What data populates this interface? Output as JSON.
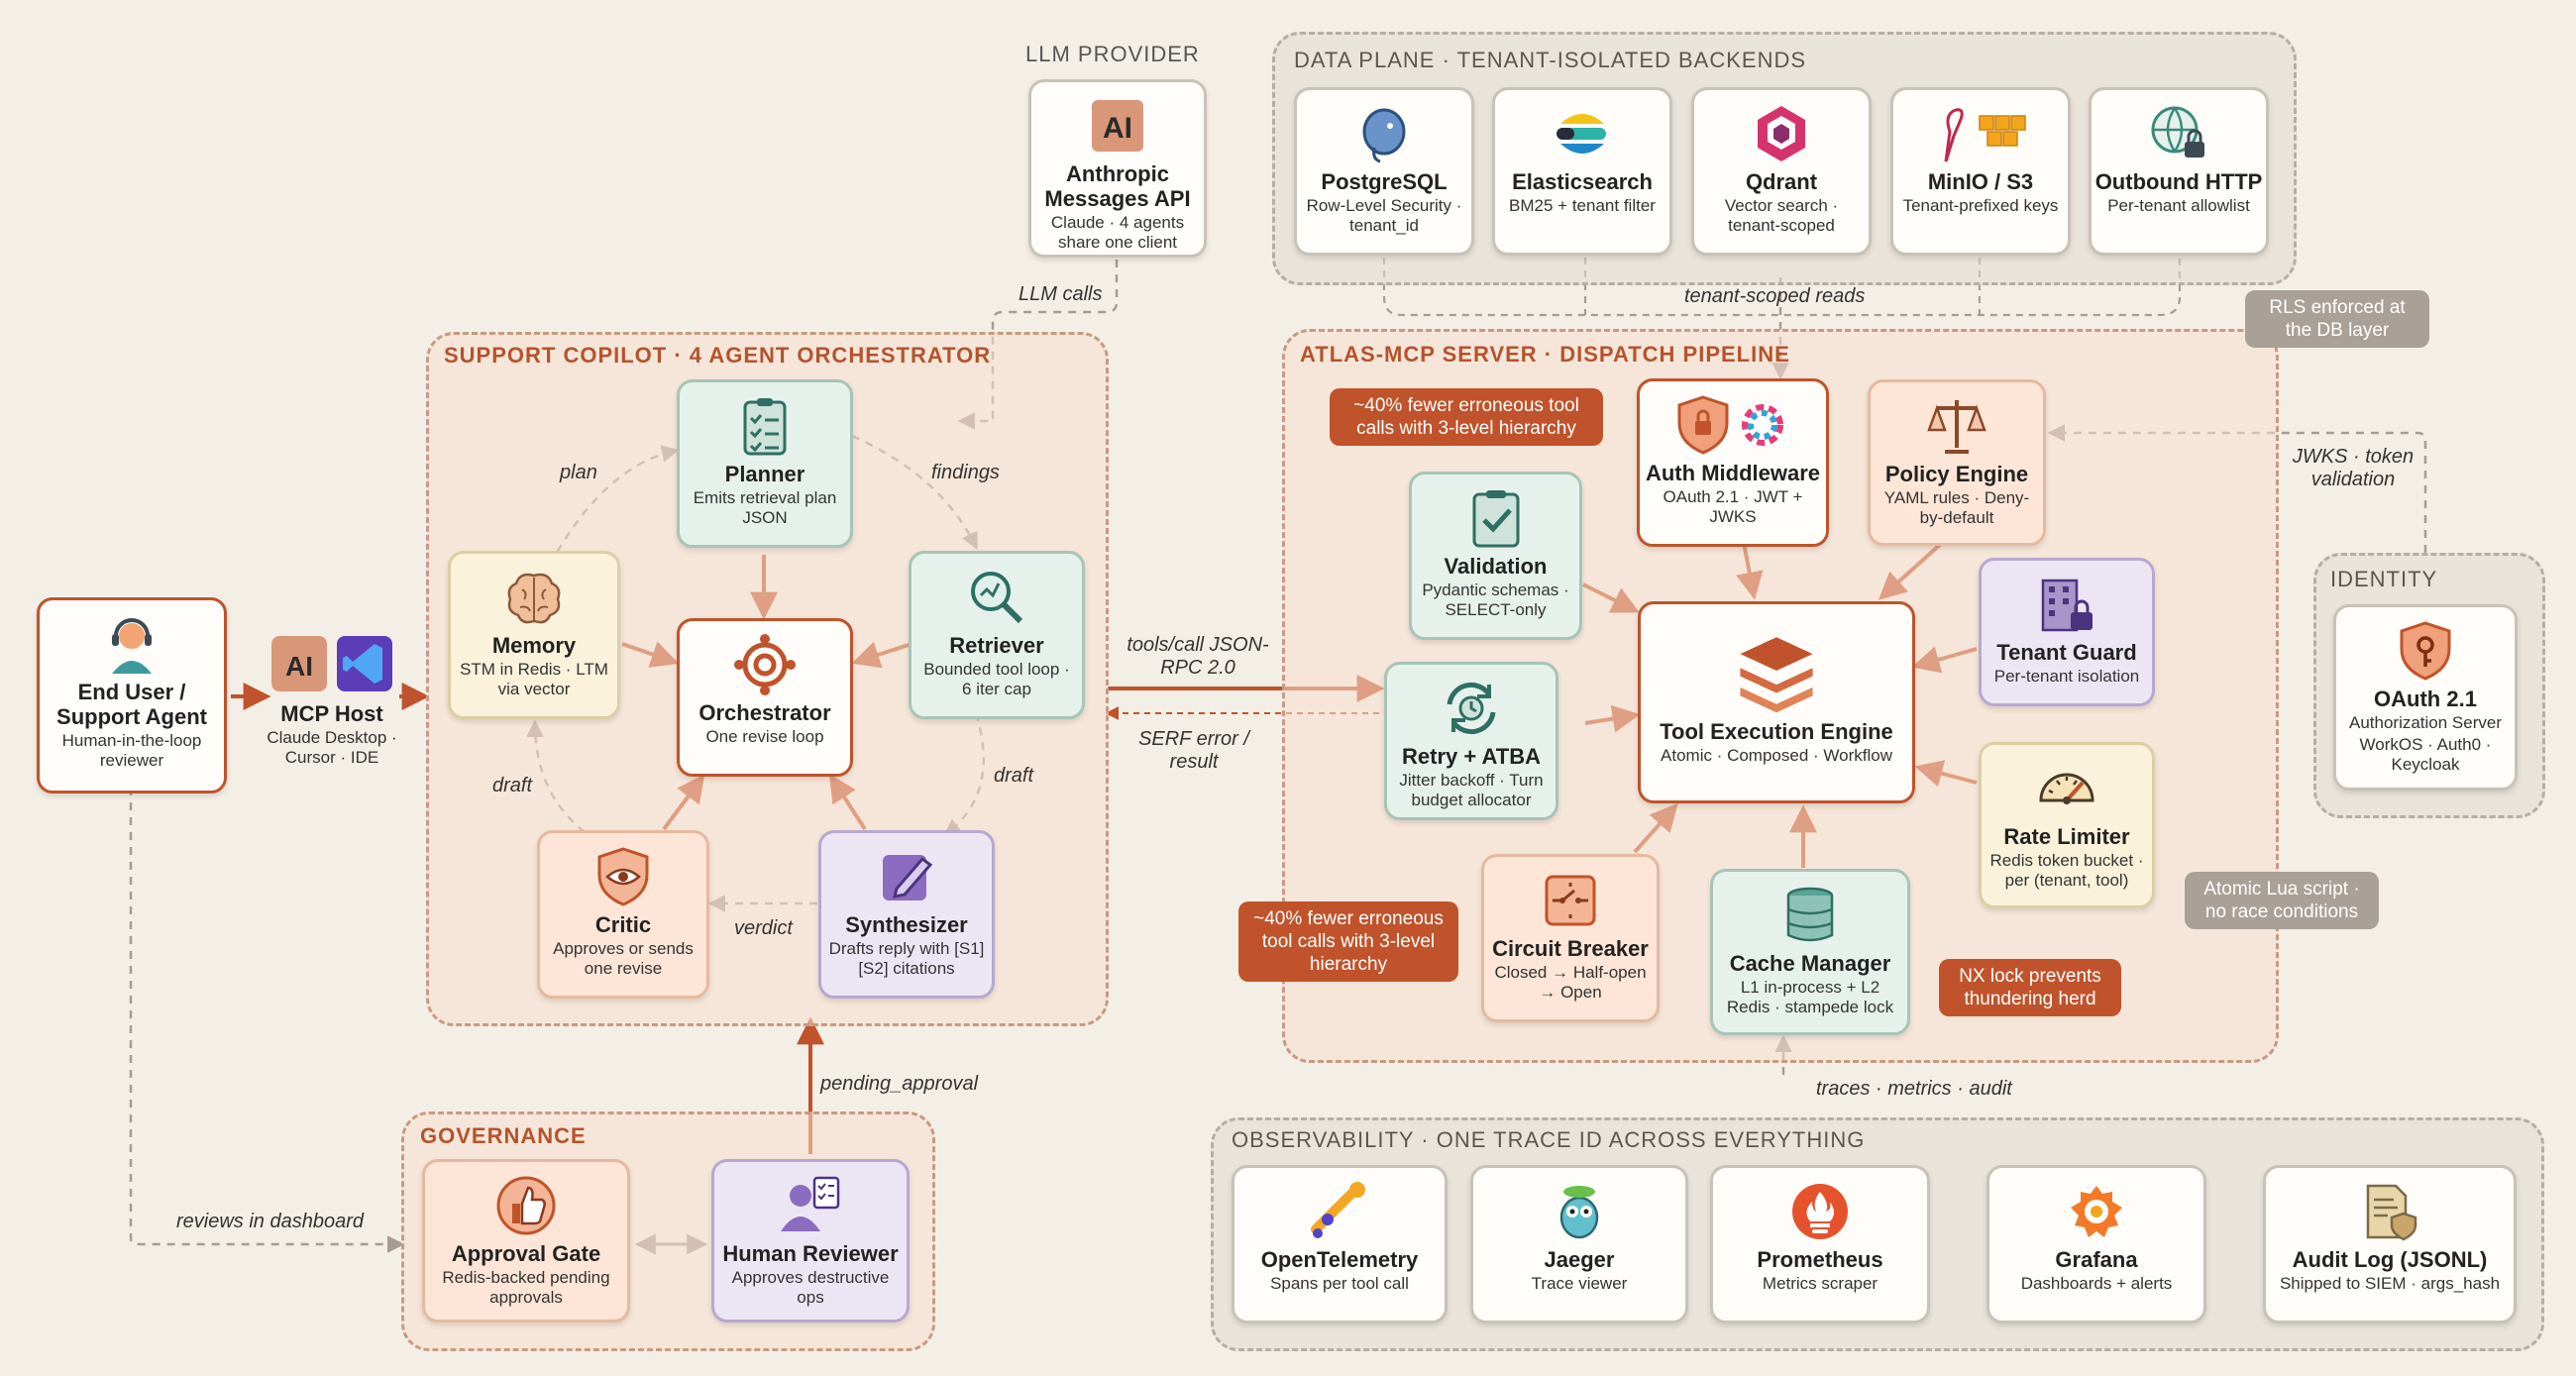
{
  "llm_provider": {
    "label": "LLM PROVIDER",
    "title": "Anthropic Messages API",
    "subtitle": "Claude · 4 agents share one client"
  },
  "data_plane": {
    "label": "DATA PLANE · TENANT-ISOLATED BACKENDS",
    "nodes": [
      {
        "title": "PostgreSQL",
        "subtitle": "Row-Level Security · tenant_id",
        "icon": "postgresql-elephant-icon"
      },
      {
        "title": "Elasticsearch",
        "subtitle": "BM25 + tenant filter",
        "icon": "elasticsearch-icon"
      },
      {
        "title": "Qdrant",
        "subtitle": "Vector search · tenant-scoped",
        "icon": "qdrant-icon"
      },
      {
        "title": "MinIO / S3",
        "subtitle": "Tenant-prefixed keys",
        "icon": "minio-bird-icon"
      },
      {
        "title": "Outbound HTTP",
        "subtitle": "Per-tenant allowlist",
        "icon": "globe-lock-icon"
      }
    ],
    "edge_label": "tenant-scoped reads",
    "callout": "RLS enforced at the DB layer"
  },
  "copilot": {
    "label": "SUPPORT COPILOT · 4 AGENT ORCHESTRATOR",
    "planner": {
      "title": "Planner",
      "subtitle": "Emits retrieval plan JSON"
    },
    "memory": {
      "title": "Memory",
      "subtitle": "STM in Redis · LTM via vector"
    },
    "orchestrator": {
      "title": "Orchestrator",
      "subtitle": "One revise loop"
    },
    "retriever": {
      "title": "Retriever",
      "subtitle": "Bounded tool loop · 6 iter cap"
    },
    "critic": {
      "title": "Critic",
      "subtitle": "Approves or sends one revise"
    },
    "synthesizer": {
      "title": "Synthesizer",
      "subtitle": "Drafts reply with [S1][S2] citations"
    },
    "edges": {
      "plan": "plan",
      "findings": "findings",
      "draft_left": "draft",
      "draft_right": "draft",
      "verdict": "verdict",
      "llm_calls": "LLM calls"
    }
  },
  "end_user": {
    "title": "End User / Support Agent",
    "subtitle": "Human-in-the-loop reviewer"
  },
  "mcp_host": {
    "title": "MCP Host",
    "subtitle": "Claude Desktop · Cursor · IDE"
  },
  "edges_mid": {
    "tools_call": "tools/call JSON-RPC 2.0",
    "serf": "SERF error / result",
    "pending": "pending_approval",
    "reviews": "reviews in dashboard",
    "traces": "traces · metrics · audit",
    "jwks": "JWKS · token validation"
  },
  "atlas": {
    "label": "ATLAS-MCP SERVER · DISPATCH PIPELINE",
    "auth": {
      "title": "Auth Middleware",
      "subtitle": "OAuth 2.1 · JWT + JWKS"
    },
    "policy": {
      "title": "Policy Engine",
      "subtitle": "YAML rules · Deny-by-default"
    },
    "validation": {
      "title": "Validation",
      "subtitle": "Pydantic schemas · SELECT-only"
    },
    "engine": {
      "title": "Tool Execution Engine",
      "subtitle": "Atomic · Composed · Workflow"
    },
    "tenant": {
      "title": "Tenant Guard",
      "subtitle": "Per-tenant isolation"
    },
    "retry": {
      "title": "Retry + ATBA",
      "subtitle": "Jitter backoff · Turn budget allocator"
    },
    "rate": {
      "title": "Rate Limiter",
      "subtitle": "Redis token bucket · per (tenant, tool)"
    },
    "breaker": {
      "title": "Circuit Breaker",
      "subtitle": "Closed → Half-open → Open"
    },
    "cache": {
      "title": "Cache Manager",
      "subtitle": "L1 in-process + L2 Redis · stampede lock"
    },
    "callout_top": "~40% fewer erroneous tool calls with 3-level hierarchy",
    "callout_left": "~40% fewer erroneous tool calls with 3-level hierarchy",
    "callout_nx": "NX lock prevents thundering herd",
    "callout_lua": "Atomic Lua script · no race conditions"
  },
  "identity": {
    "label": "IDENTITY",
    "title": "OAuth 2.1",
    "subtitle": "Authorization Server",
    "subtitle2": "WorkOS · Auth0 · Keycloak"
  },
  "governance": {
    "label": "GOVERNANCE",
    "approval": {
      "title": "Approval Gate",
      "subtitle": "Redis-backed pending approvals"
    },
    "reviewer": {
      "title": "Human Reviewer",
      "subtitle": "Approves destructive ops"
    }
  },
  "observability": {
    "label": "OBSERVABILITY · ONE TRACE ID ACROSS EVERYTHING",
    "nodes": [
      {
        "title": "OpenTelemetry",
        "subtitle": "Spans per tool call",
        "icon": "telescope-icon"
      },
      {
        "title": "Jaeger",
        "subtitle": "Trace viewer",
        "icon": "jaeger-gopher-icon"
      },
      {
        "title": "Prometheus",
        "subtitle": "Metrics scraper",
        "icon": "prometheus-flame-icon"
      },
      {
        "title": "Grafana",
        "subtitle": "Dashboards + alerts",
        "icon": "grafana-swirl-icon"
      },
      {
        "title": "Audit Log (JSONL)",
        "subtitle": "Shipped to SIEM · args_hash",
        "icon": "document-shield-icon"
      }
    ]
  },
  "colors": {
    "accent": "#c0532b",
    "background": "#f4efe6",
    "edge": "#a89c92"
  }
}
